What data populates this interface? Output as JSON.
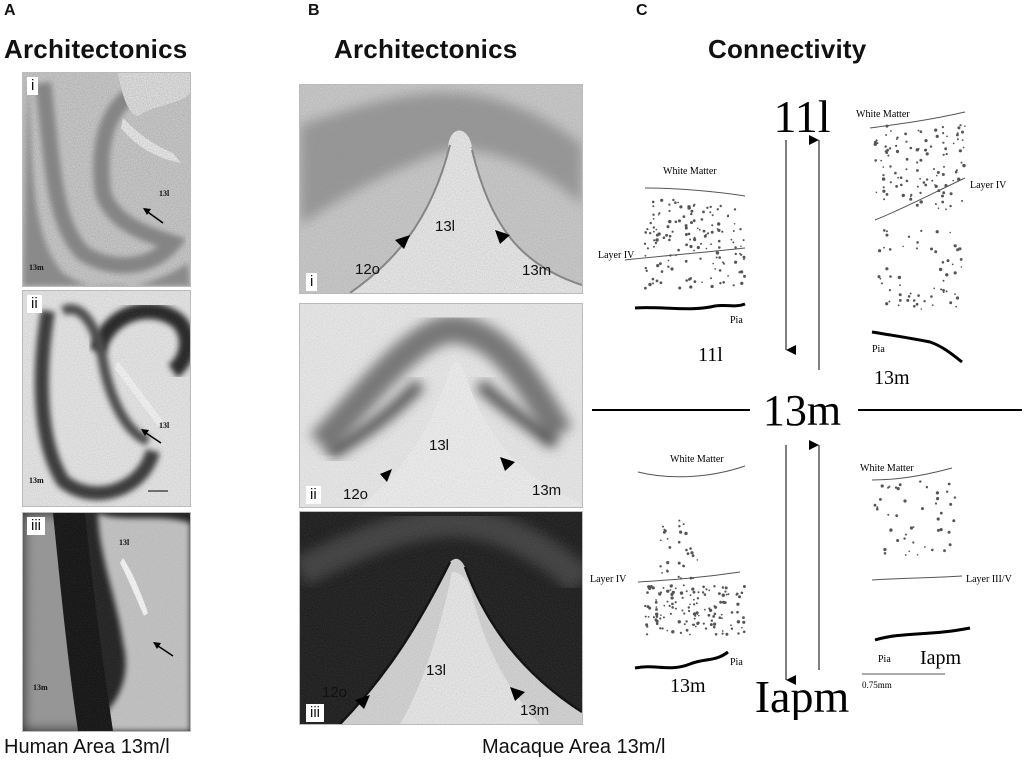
{
  "panels": {
    "A": {
      "letter": "A",
      "title": "Architectonics",
      "caption": "Human Area 13m/l",
      "images": [
        {
          "roman": "i",
          "label_13l": "13l",
          "label_13m": "13m"
        },
        {
          "roman": "ii",
          "label_13l": "13l",
          "label_13m": "13m"
        },
        {
          "roman": "iii",
          "label_13l": "13l",
          "label_13m": "13m"
        }
      ]
    },
    "B": {
      "letter": "B",
      "title": "Architectonics",
      "caption": "Macaque Area 13m/l",
      "images": [
        {
          "roman": "i",
          "label_13l": "13l",
          "label_12o": "12o",
          "label_13m": "13m"
        },
        {
          "roman": "ii",
          "label_13l": "13l",
          "label_12o": "12o",
          "label_13m": "13m"
        },
        {
          "roman": "iii",
          "label_13l": "13l",
          "label_12o": "12o",
          "label_13m": "13m"
        }
      ]
    },
    "C": {
      "letter": "C",
      "title": "Connectivity",
      "center_label": "13m",
      "top_label": "11l",
      "bottom_label": "Iapm",
      "quadrants": {
        "top_left": {
          "white_matter": "White Matter",
          "layer": "Layer IV",
          "pia": "Pia",
          "area": "11l"
        },
        "top_right": {
          "white_matter": "White Matter",
          "layer": "Layer IV",
          "pia": "Pia",
          "area": "13m"
        },
        "bottom_left": {
          "white_matter": "White Matter",
          "layer": "Layer IV",
          "pia": "Pia",
          "area": "13m"
        },
        "bottom_right": {
          "white_matter": "White Matter",
          "layer": "Layer III/V",
          "pia": "Pia",
          "area": "Iapm",
          "scale": "0.75mm"
        }
      }
    }
  }
}
